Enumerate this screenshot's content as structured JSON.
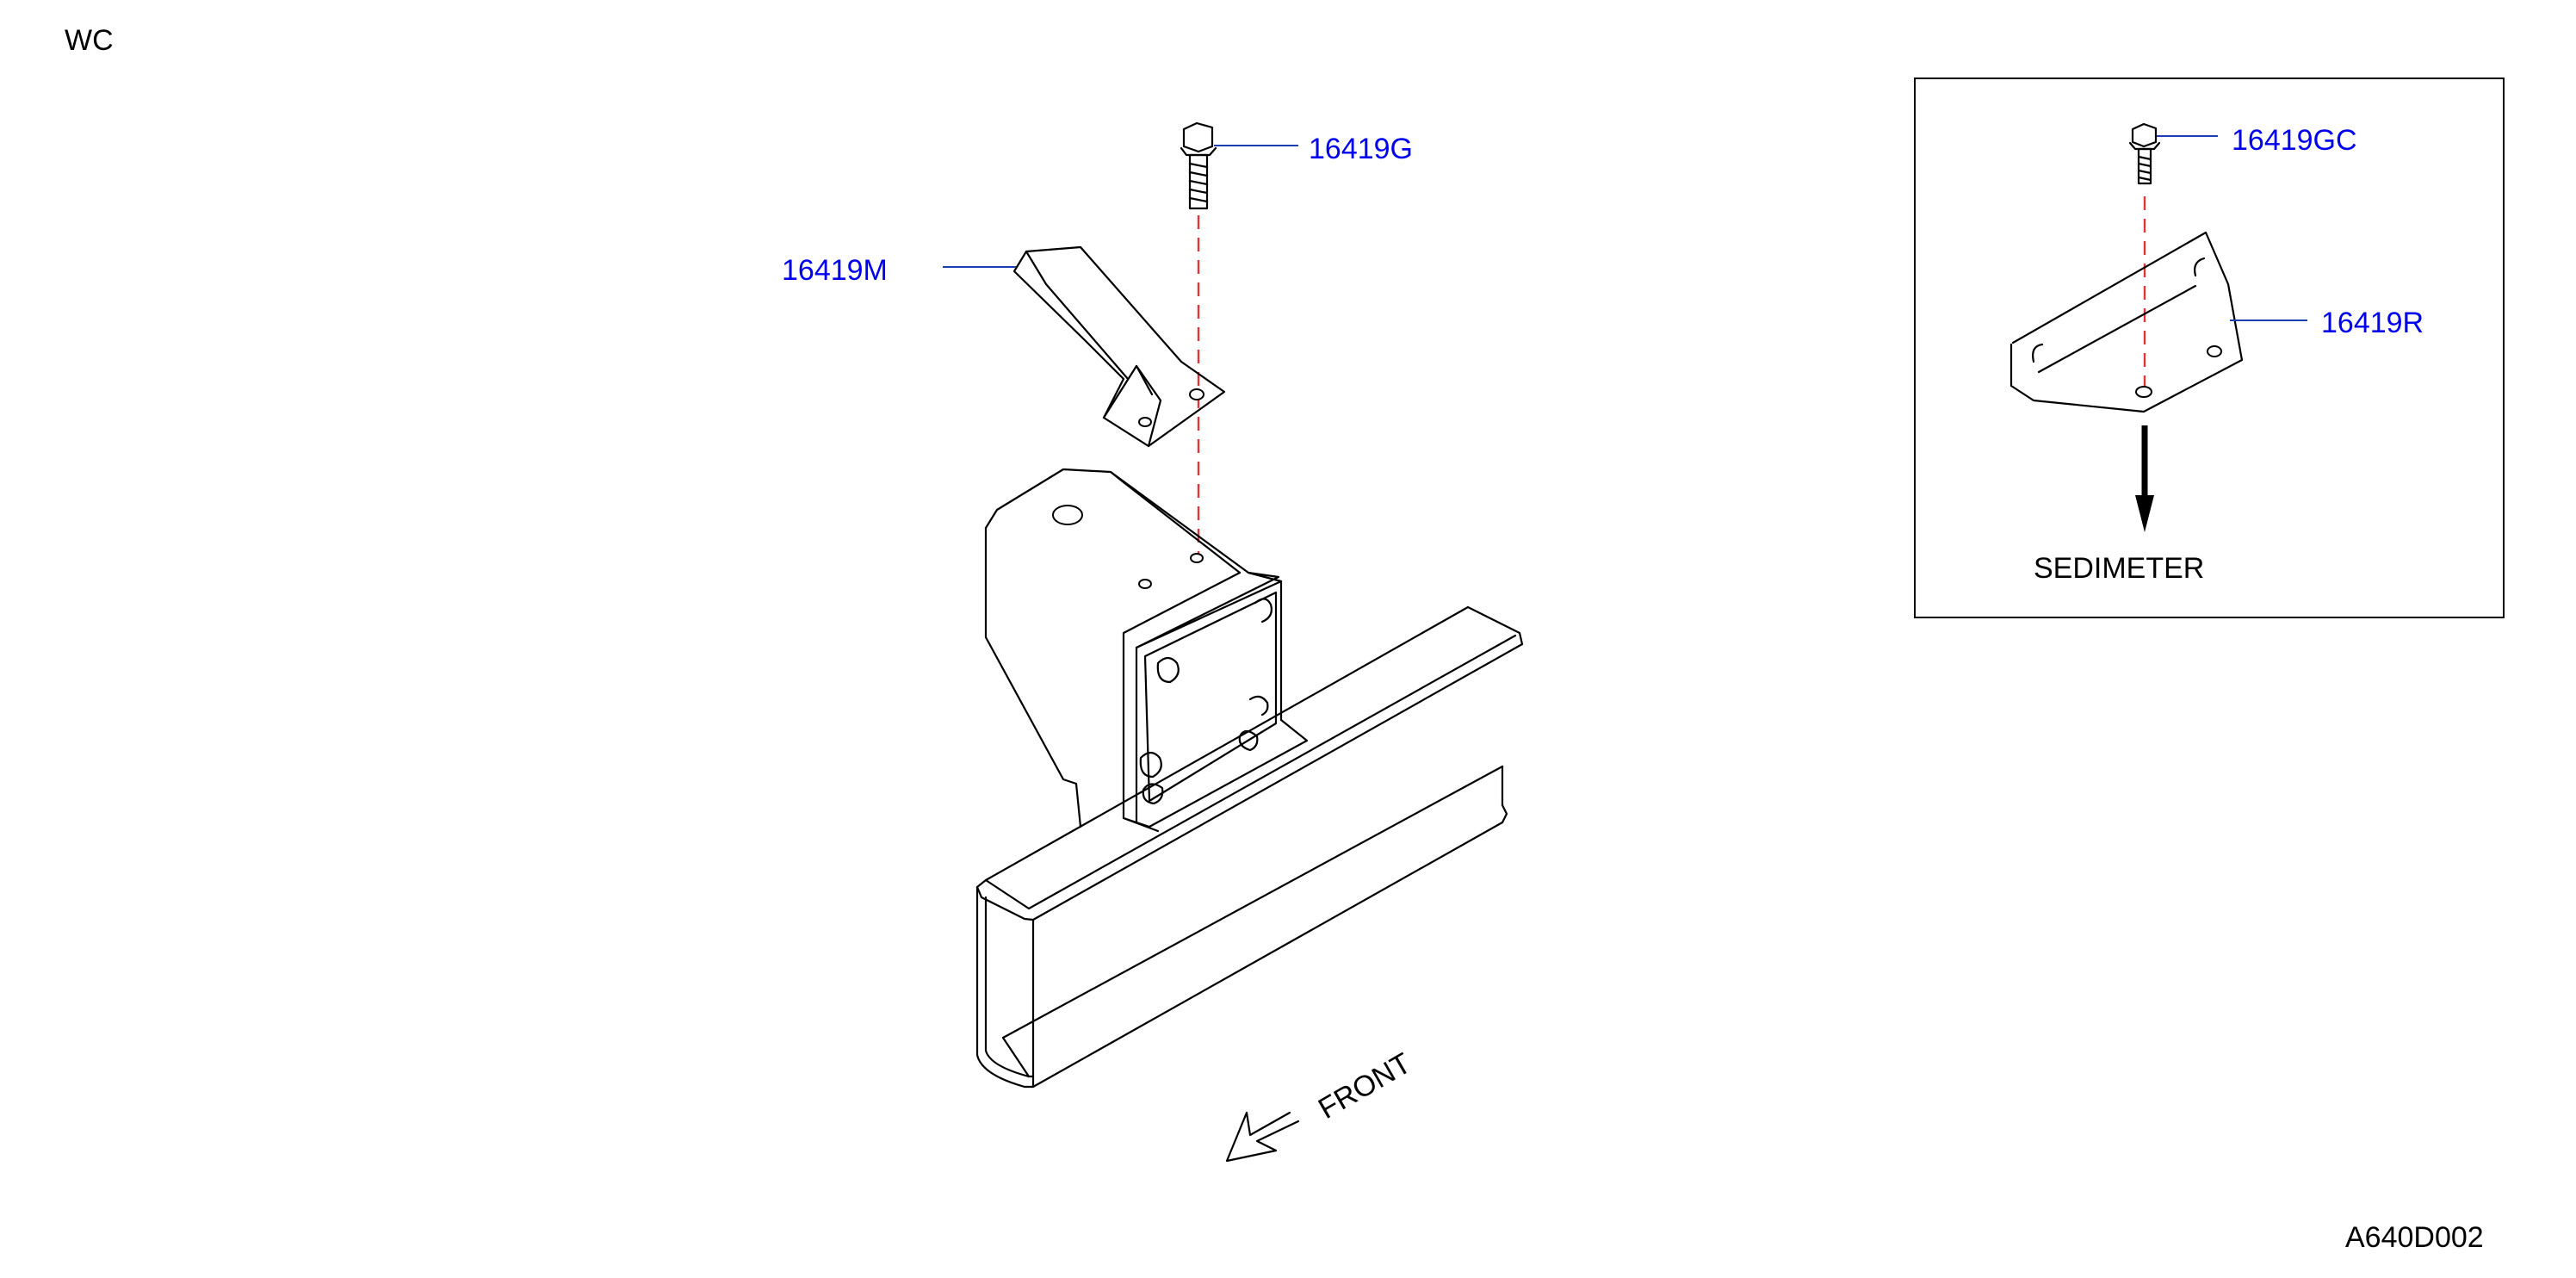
{
  "header": {
    "model_code": "WC"
  },
  "parts": {
    "bolt_main": "16419G",
    "bracket_main": "16419M",
    "bolt_inset": "16419GC",
    "bracket_inset": "16419R"
  },
  "inset": {
    "destination_label": "SEDIMETER"
  },
  "direction": {
    "label": "FRONT"
  },
  "footer": {
    "diagram_code": "A640D002"
  },
  "colors": {
    "label_blue": "#0000ee",
    "leader_blue": "#1a3fb0",
    "center_line_red": "#e0363a",
    "line_black": "#000000"
  },
  "icons": [
    "front-arrow-icon",
    "arrow-down-icon",
    "bolt-icon"
  ]
}
